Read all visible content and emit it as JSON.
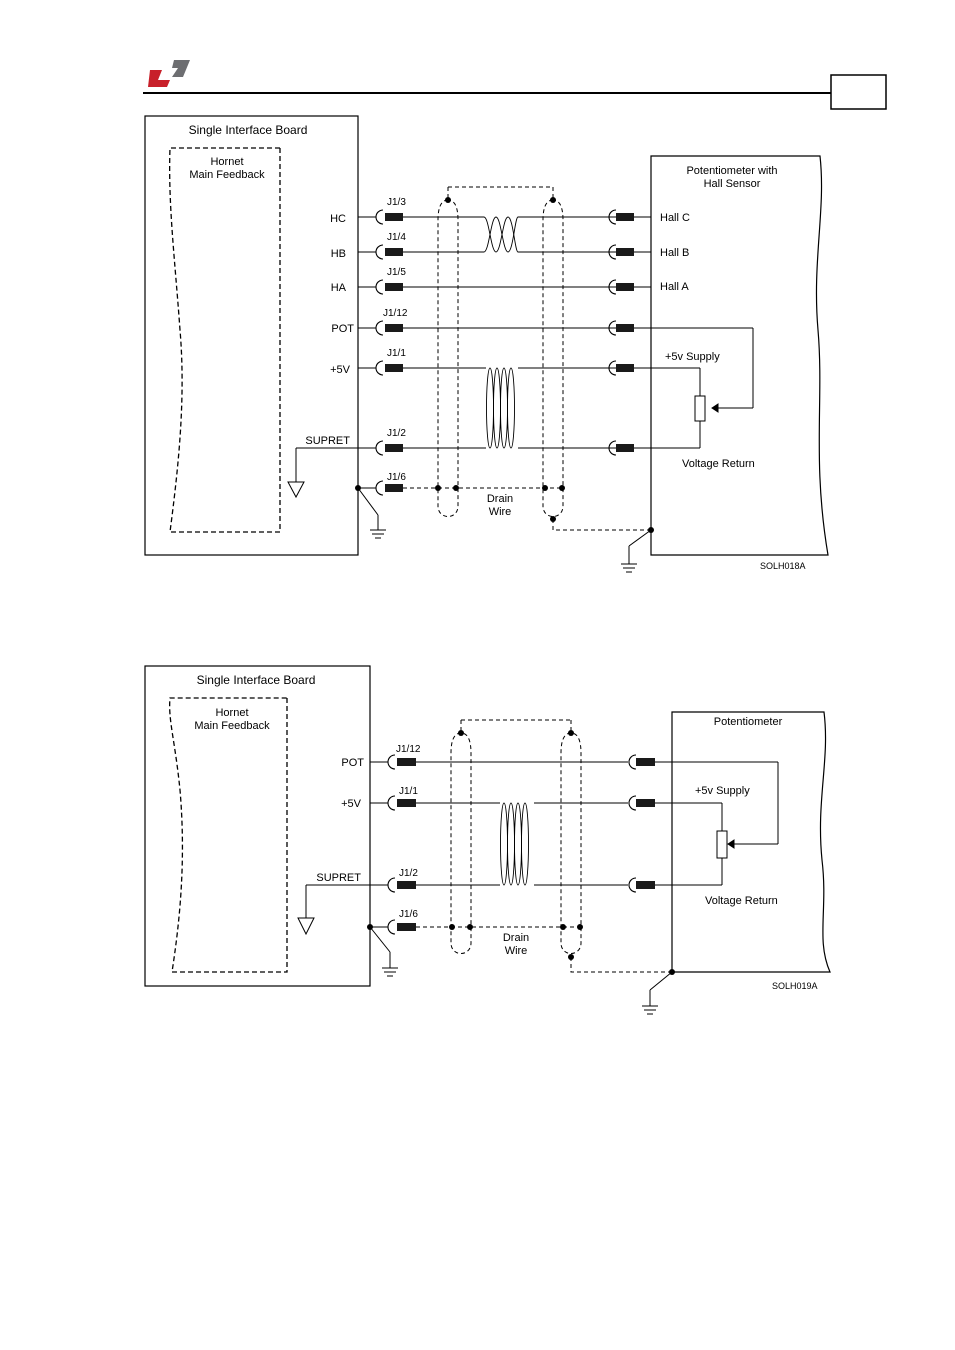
{
  "header": {
    "logo": "elmo-logo-icon",
    "logo_colors": {
      "red": "#c8202a",
      "gray": "#6d6e71"
    },
    "page_number_box": ""
  },
  "diagram1": {
    "board_title": "Single Interface Board",
    "feedback_line1": "Hornet",
    "feedback_line2": "Main Feedback",
    "signals": [
      "HC",
      "HB",
      "HA",
      "POT",
      "+5V",
      "SUPRET"
    ],
    "pins": [
      "J1/3",
      "J1/4",
      "J1/5",
      "J1/12",
      "J1/1",
      "J1/2",
      "J1/6"
    ],
    "device_line1": "Potentiometer with",
    "device_line2": "Hall Sensor",
    "device_labels": [
      "Hall C",
      "Hall B",
      "Hall A",
      "+5v Supply",
      "Voltage Return"
    ],
    "drain_line1": "Drain",
    "drain_line2": "Wire",
    "figure_code": "SOLH018A"
  },
  "diagram2": {
    "board_title": "Single Interface Board",
    "feedback_line1": "Hornet",
    "feedback_line2": "Main Feedback",
    "signals": [
      "POT",
      "+5V",
      "SUPRET"
    ],
    "pins": [
      "J1/12",
      "J1/1",
      "J1/2",
      "J1/6"
    ],
    "device_title": "Potentiometer",
    "device_labels": [
      "+5v Supply",
      "Voltage Return"
    ],
    "drain_line1": "Drain",
    "drain_line2": "Wire",
    "figure_code": "SOLH019A"
  }
}
